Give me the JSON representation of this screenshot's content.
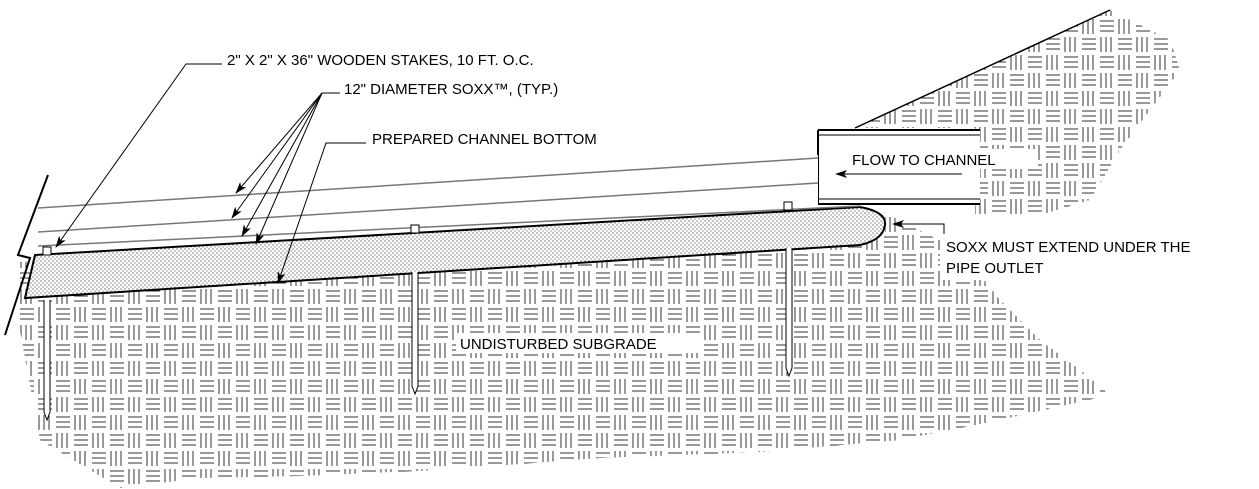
{
  "labels": {
    "stakes": "2\" X 2\" X 36\" WOODEN STAKES, 10 FT. O.C.",
    "soxx_diameter": "12\" DIAMETER SOXX™, (TYP.)",
    "channel_bottom": "PREPARED CHANNEL BOTTOM",
    "flow": "FLOW TO CHANNEL",
    "extend_line1": "SOXX MUST EXTEND UNDER THE",
    "extend_line2": "PIPE OUTLET",
    "subgrade": "UNDISTURBED SUBGRADE"
  },
  "colors": {
    "line": "#000000",
    "soxx_line": "#777777",
    "hatch": "#333333",
    "background": "#ffffff"
  }
}
